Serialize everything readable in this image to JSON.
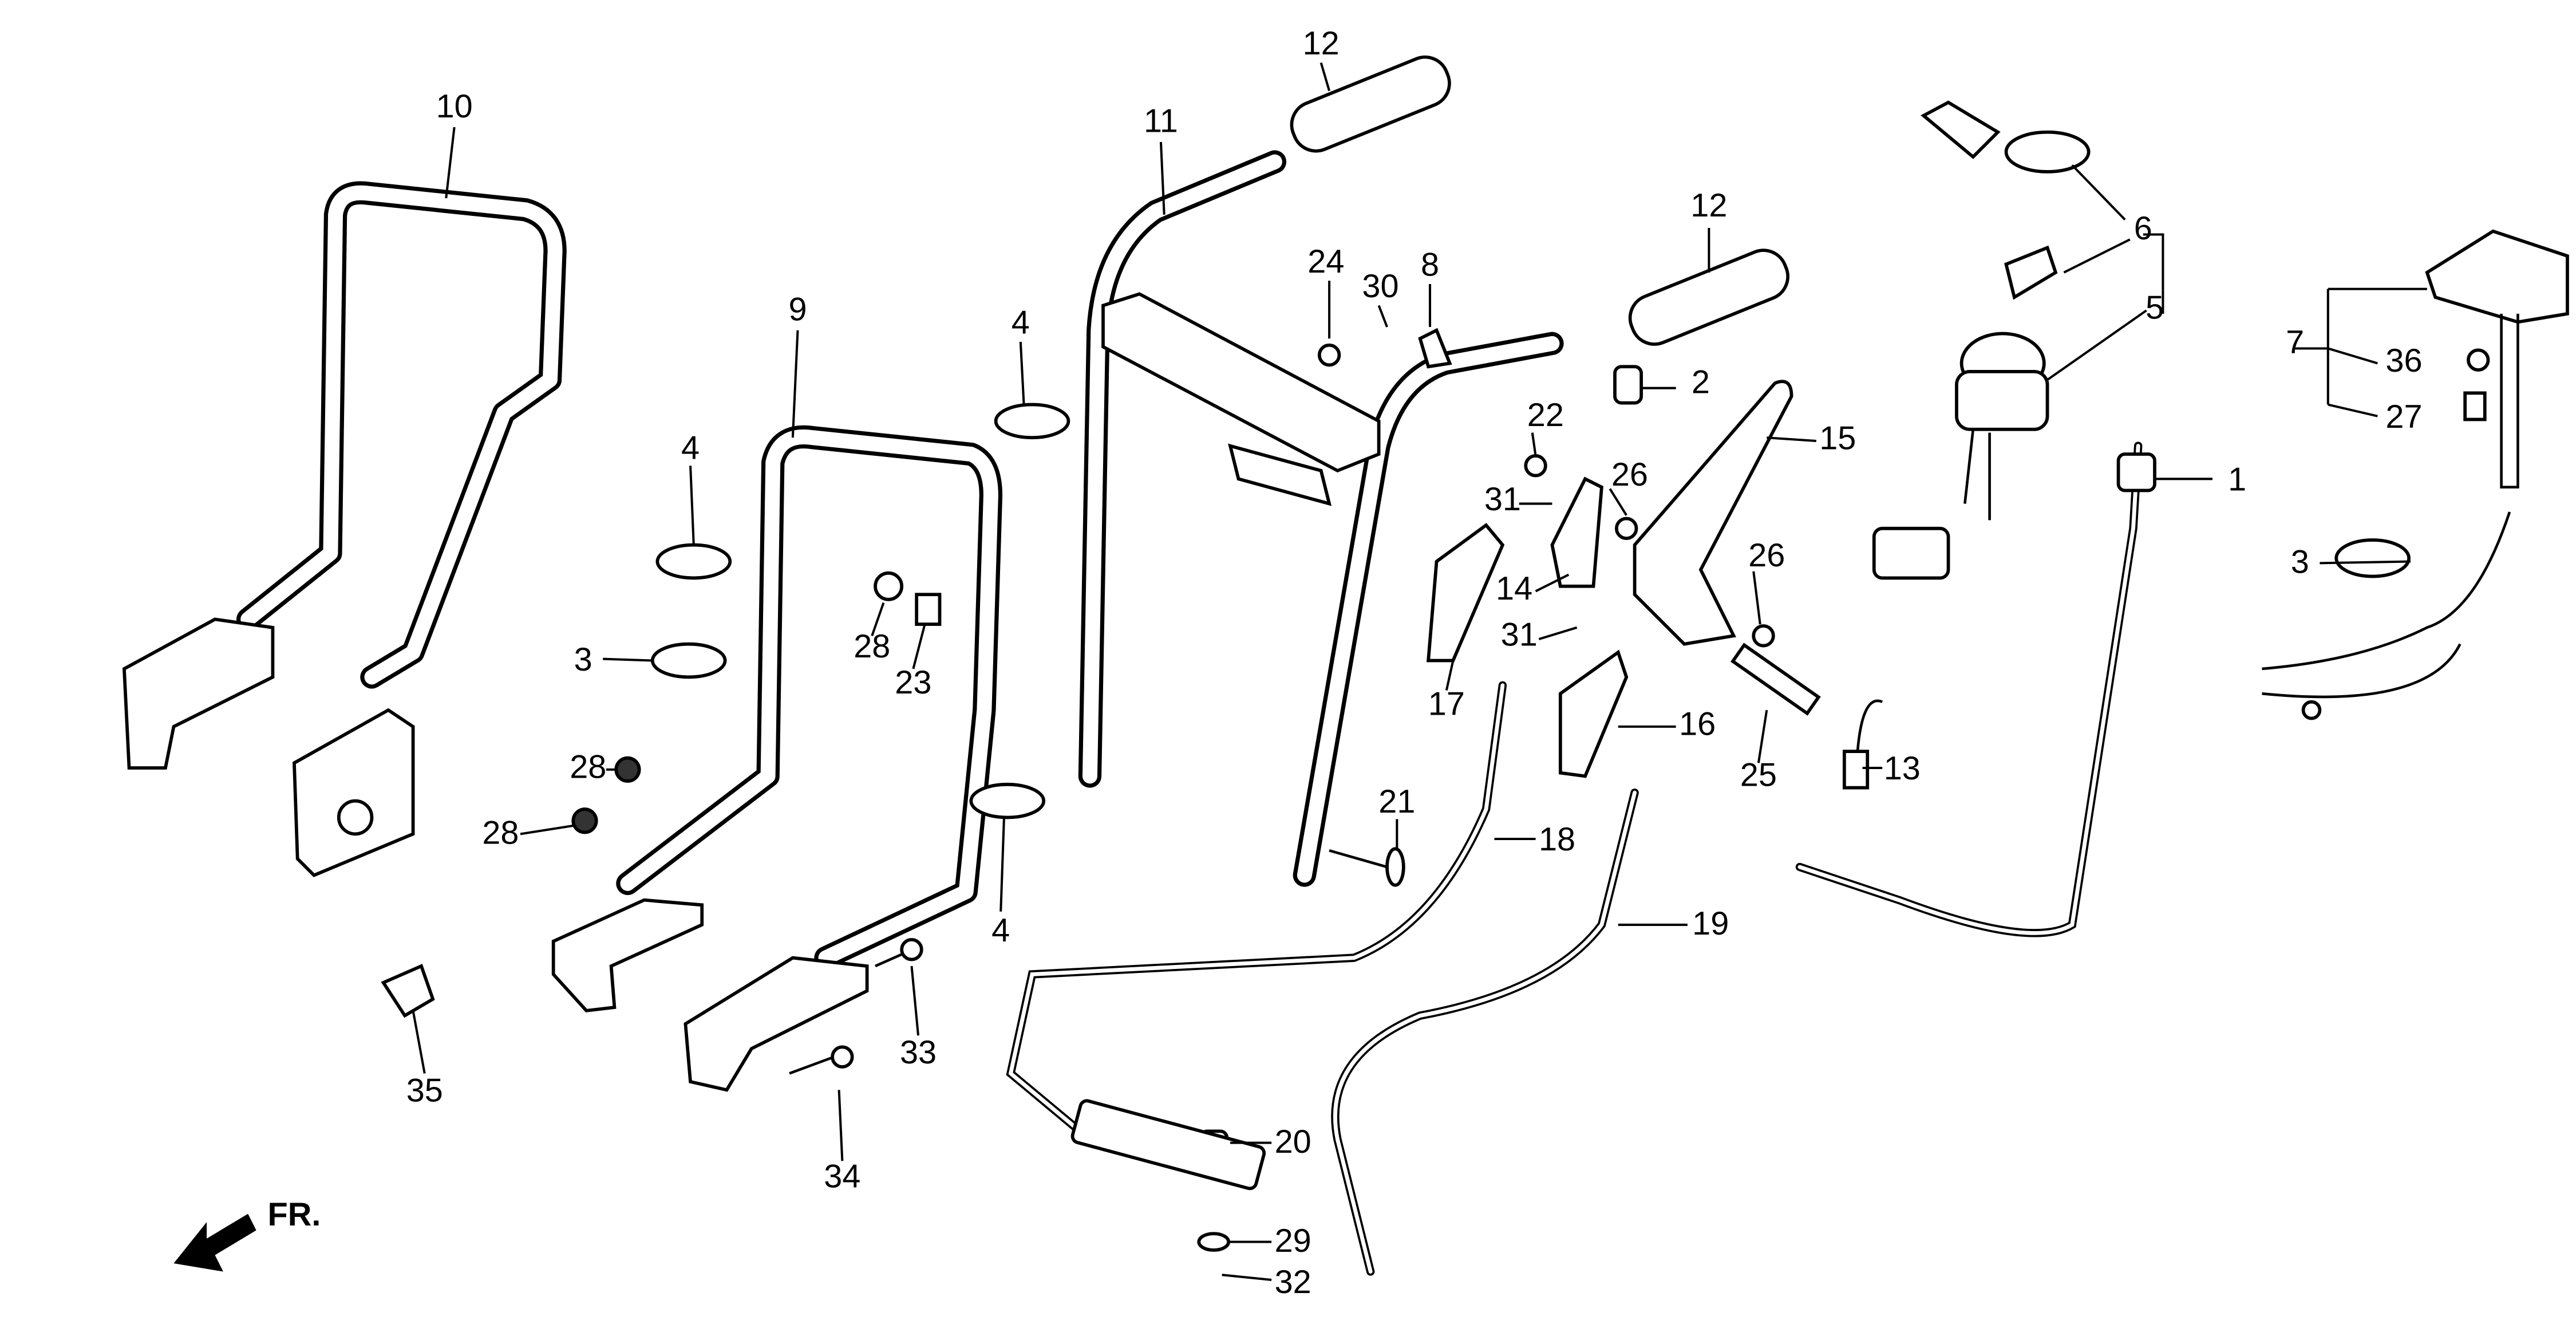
{
  "labels": [
    "12",
    "10",
    "11",
    "12",
    "6",
    "24",
    "30",
    "8",
    "5",
    "9",
    "4",
    "7",
    "36",
    "2",
    "15",
    "22",
    "27",
    "1",
    "26",
    "4",
    "31",
    "26",
    "3",
    "14",
    "31",
    "28",
    "3",
    "23",
    "17",
    "16",
    "13",
    "25",
    "28",
    "21",
    "28",
    "18",
    "4",
    "19",
    "33",
    "35",
    "20",
    "34",
    "29",
    "32"
  ],
  "front_marker": "FR.",
  "icons": {
    "front_arrow": "arrow-left-down-icon"
  }
}
